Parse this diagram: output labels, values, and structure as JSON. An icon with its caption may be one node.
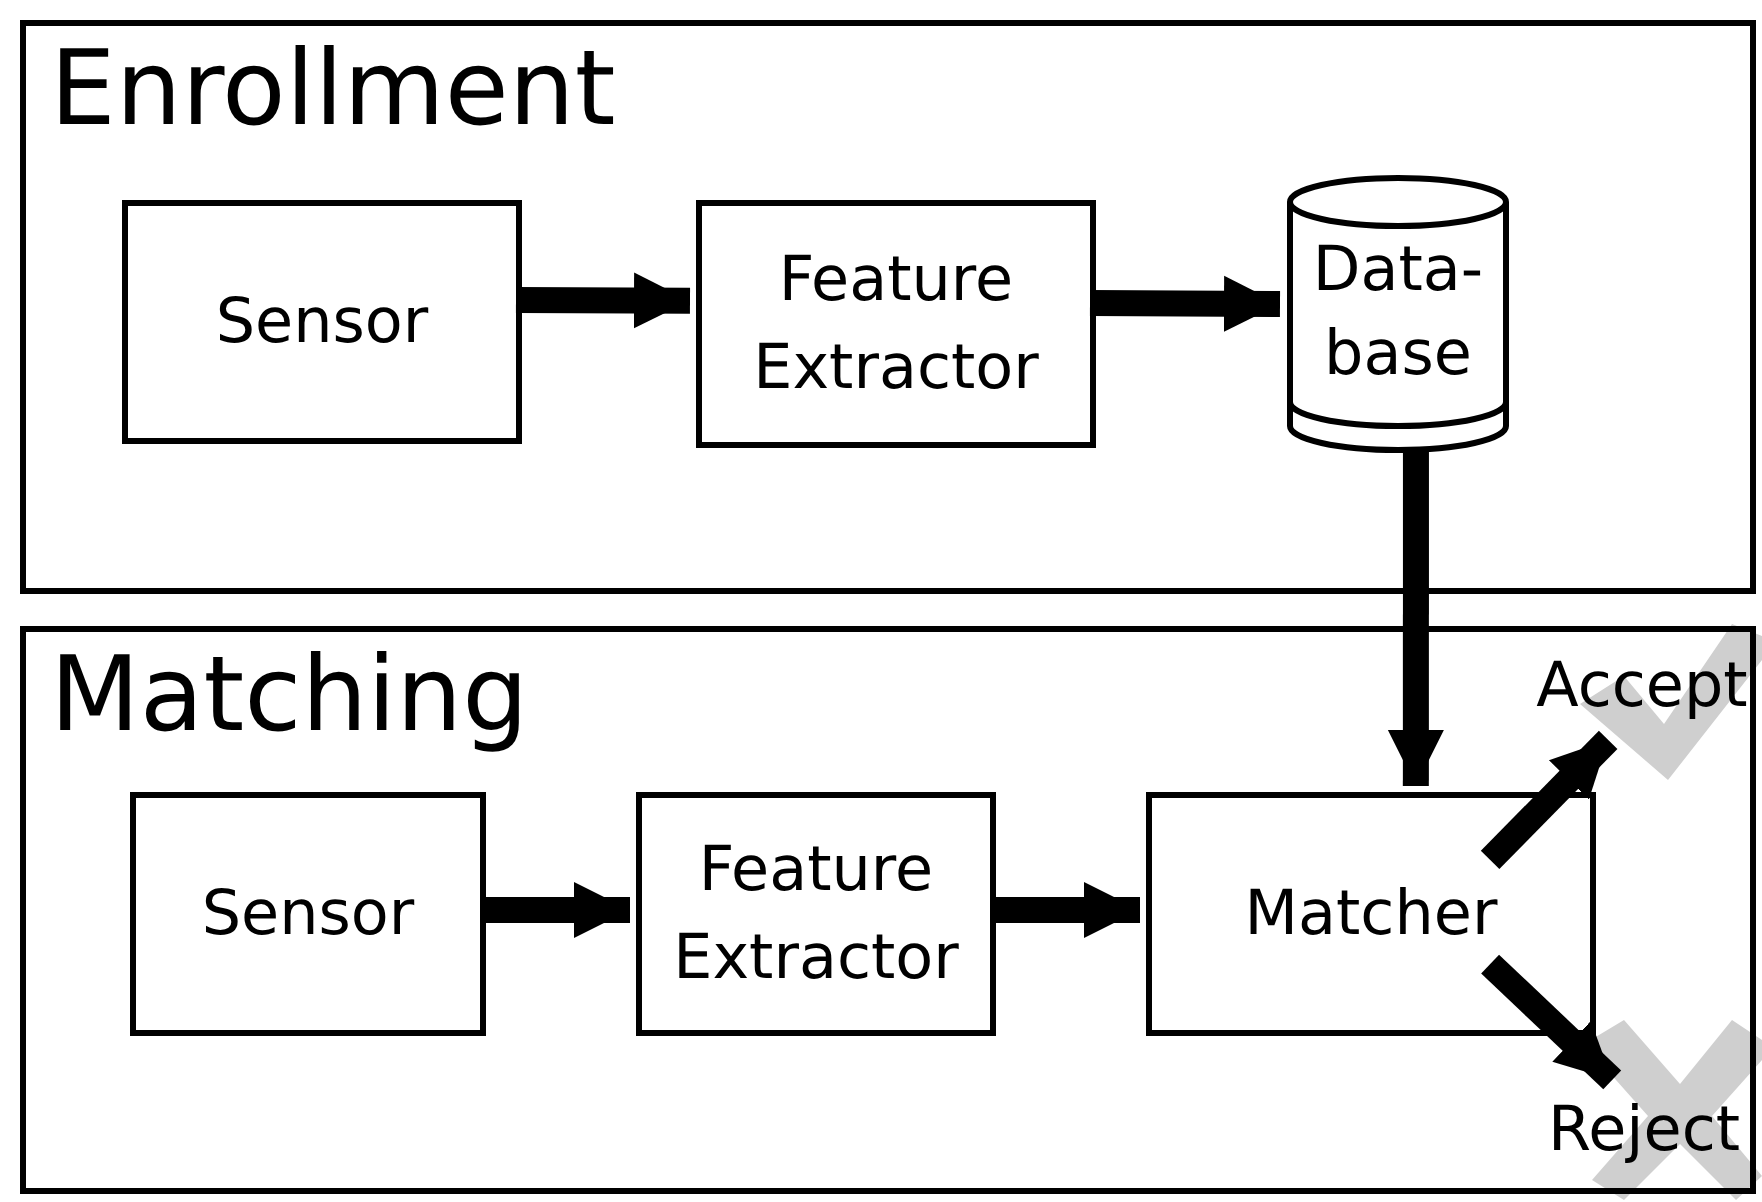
{
  "diagram": {
    "nodes": [
      {
        "text": [
          "Enrollment"
        ]
      },
      {
        "text": [
          "Sensor"
        ],
        "in": 0
      },
      {
        "text": [
          "Feature Extractor"
        ],
        "in": 0
      },
      {
        "text": [
          "Data- base"
        ],
        "in": 0
      },
      {
        "text": [
          "Matching"
        ]
      },
      {
        "text": [
          "Sensor"
        ],
        "in": 4
      },
      {
        "text": [
          "Feature Extractor"
        ],
        "in": 4
      },
      {
        "text": [
          "Matcher"
        ],
        "in": 4
      },
      {
        "text": [
          "Accept"
        ],
        "in": 4
      },
      {
        "text": [
          "Reject"
        ],
        "in": 4
      }
    ],
    "edges": [
      {
        "from": 1,
        "to": 2,
        "arrow": "to"
      },
      {
        "from": 2,
        "to": 3,
        "arrow": "to"
      },
      {
        "from": 3,
        "to": 7,
        "arrow": "to"
      },
      {
        "from": 5,
        "to": 6,
        "arrow": "to"
      },
      {
        "from": 6,
        "to": 7,
        "arrow": "to"
      },
      {
        "from": 7,
        "to": 8,
        "arrow": "to"
      },
      {
        "from": 7,
        "to": 9,
        "arrow": "to"
      }
    ]
  }
}
